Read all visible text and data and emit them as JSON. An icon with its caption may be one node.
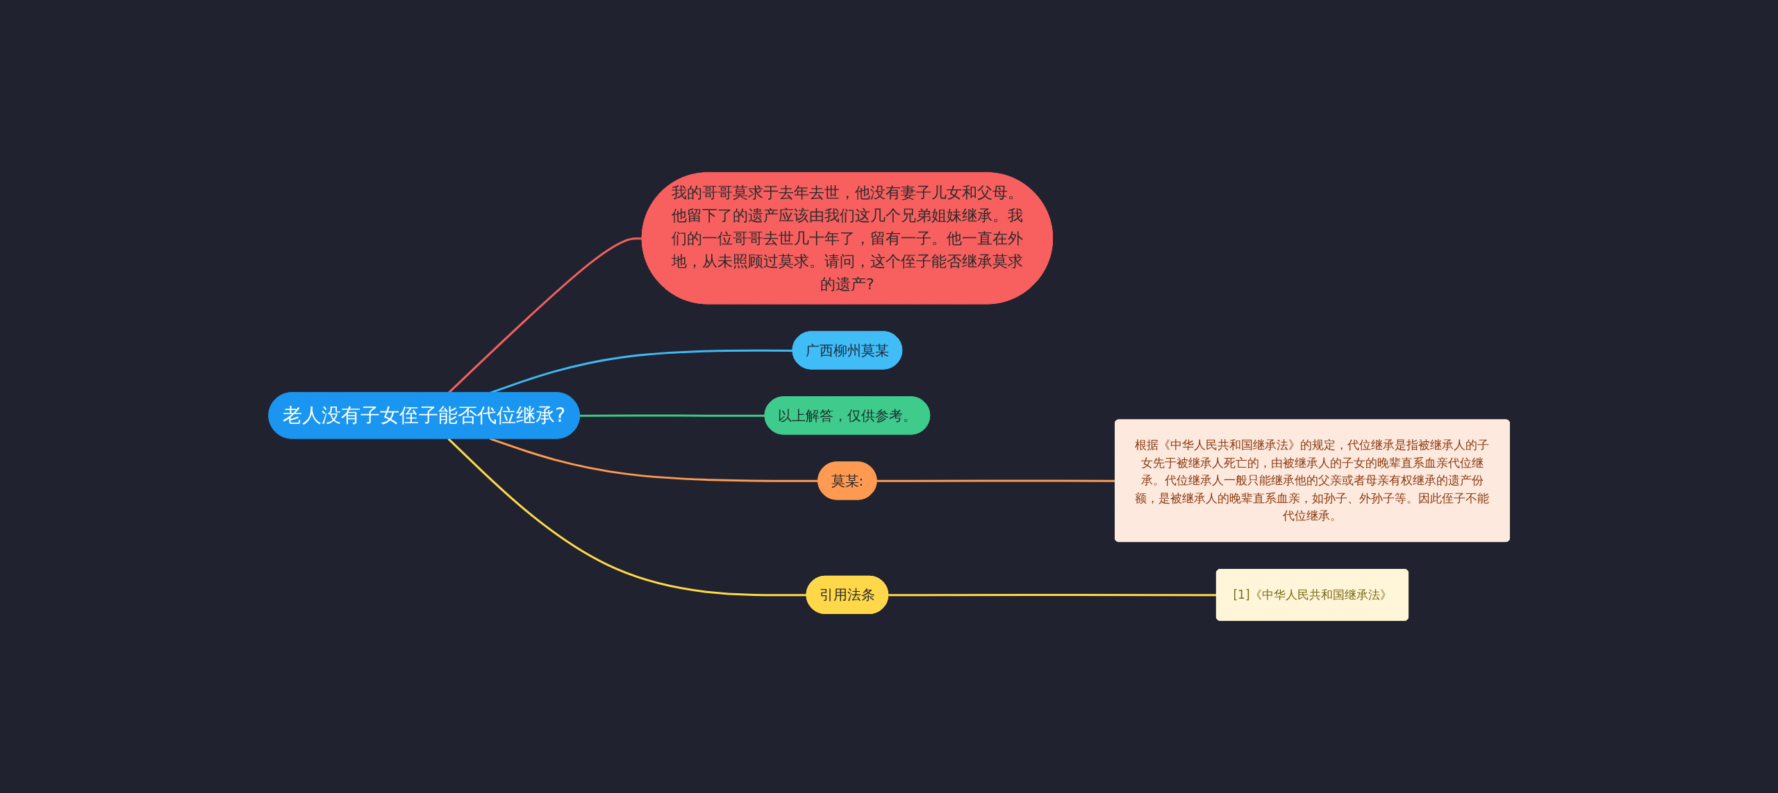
{
  "diagram": {
    "nodes": [
      {
        "text": [
          "老人没有子女侄子能否代位继承?"
        ]
      },
      {
        "text": [
          "我的哥哥莫求于去年去世，他没有妻子儿女和父母。他留下了的遗产应该由我们这几个兄弟姐妹继承。我们的一位哥哥去世几十年了，留有一子。他一直在外地，从未照顾过莫求。请问，这个侄子能否继承莫求的遗产?"
        ]
      },
      {
        "text": [
          "广西柳州莫某"
        ]
      },
      {
        "text": [
          "以上解答，仅供参考。"
        ]
      },
      {
        "text": [
          "莫某:"
        ]
      },
      {
        "text": [
          "根据《中华人民共和国继承法》的规定，代位继承是指被继承人的子女先于被继承人死亡的，由被继承人的子女的晚辈直系血亲代位继承。代位继承人一般只能继承他的父亲或者母亲有权继承的遗产份额，是被继承人的晚辈直系血亲，如孙子、外孙子等。因此侄子不能代位继承。"
        ]
      },
      {
        "text": [
          "引用法条"
        ]
      },
      {
        "text": [
          "[1]《中华人民共和国继承法》"
        ]
      }
    ],
    "edges": [
      {
        "from": 0,
        "to": 1,
        "arrow": "none",
        "color": "#f36060"
      },
      {
        "from": 0,
        "to": 2,
        "arrow": "none",
        "color": "#3fb9f4"
      },
      {
        "from": 0,
        "to": 3,
        "arrow": "none",
        "color": "#3ec98a"
      },
      {
        "from": 0,
        "to": 4,
        "arrow": "none",
        "color": "#ff9a52"
      },
      {
        "from": 4,
        "to": 5,
        "arrow": "none",
        "color": "#ff9a52"
      },
      {
        "from": 0,
        "to": 6,
        "arrow": "none",
        "color": "#ffd84a"
      },
      {
        "from": 6,
        "to": 7,
        "arrow": "none",
        "color": "#ffd84a"
      }
    ]
  }
}
